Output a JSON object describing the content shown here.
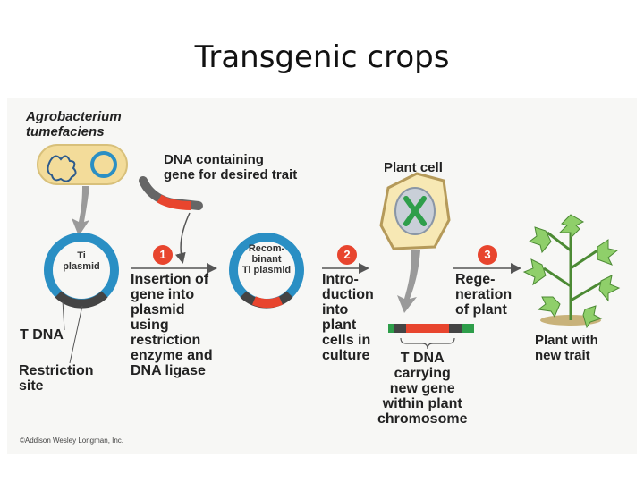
{
  "title": "Transgenic crops",
  "labels": {
    "agrobacterium": "Agrobacterium\ntumefaciens",
    "dna_containing": "DNA containing\ngene for desired trait",
    "plant_cell": "Plant cell",
    "ti_plasmid": "Ti\nplasmid",
    "recombinant": "Recom-\nbinant\nTi plasmid",
    "insertion": "Insertion of\ngene into\nplasmid\nusing\nrestriction\nenzyme and\nDNA ligase",
    "introduction": "Intro-\nduction\ninto\nplant\ncells in\nculture",
    "regeneration": "Rege-\nneration\nof plant",
    "t_dna_left": "T DNA",
    "restriction_site": "Restriction\nsite",
    "t_dna_carrying": "T DNA\ncarrying\nnew gene\nwithin plant\nchromosome",
    "plant_with_trait": "Plant with\nnew trait",
    "copyright": "©Addison Wesley Longman, Inc."
  },
  "steps": [
    "1",
    "2",
    "3"
  ],
  "colors": {
    "plasmid_blue": "#2a8fc4",
    "t_dna_dark": "#444444",
    "gene_red": "#e8452e",
    "chromosome_green": "#2e9e4a",
    "cell_yellow": "#f7e8b4",
    "arrow_gray": "#9a9a9a"
  }
}
